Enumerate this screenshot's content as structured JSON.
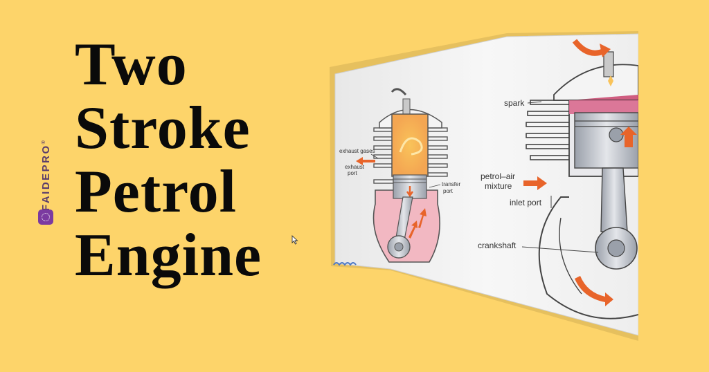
{
  "title": {
    "line1": "Two",
    "line2": "Stroke",
    "line3": "Petrol",
    "line4": "Engine"
  },
  "brand": {
    "name": "FAIDEPRO",
    "mark": "®",
    "logo_icon": "circle-logo-icon"
  },
  "diagram": {
    "left_engine_labels": {
      "exhaust_gases": "exhaust gases",
      "exhaust_port_1": "exhaust",
      "exhaust_port_2": "port",
      "transfer_port_1": "transfer",
      "transfer_port_2": "port"
    },
    "right_engine_labels": {
      "spark": "spark",
      "petrol_air_1": "petrol–air",
      "petrol_air_2": "mixture",
      "inlet_port": "inlet port",
      "crankshaft": "crankshaft"
    }
  },
  "colors": {
    "background": "#FDD46A",
    "arrow": "#E8642A",
    "gas_red": "#C8426B",
    "mixture_pink": "#F2B8C2",
    "metal": "#B9BEC6"
  }
}
